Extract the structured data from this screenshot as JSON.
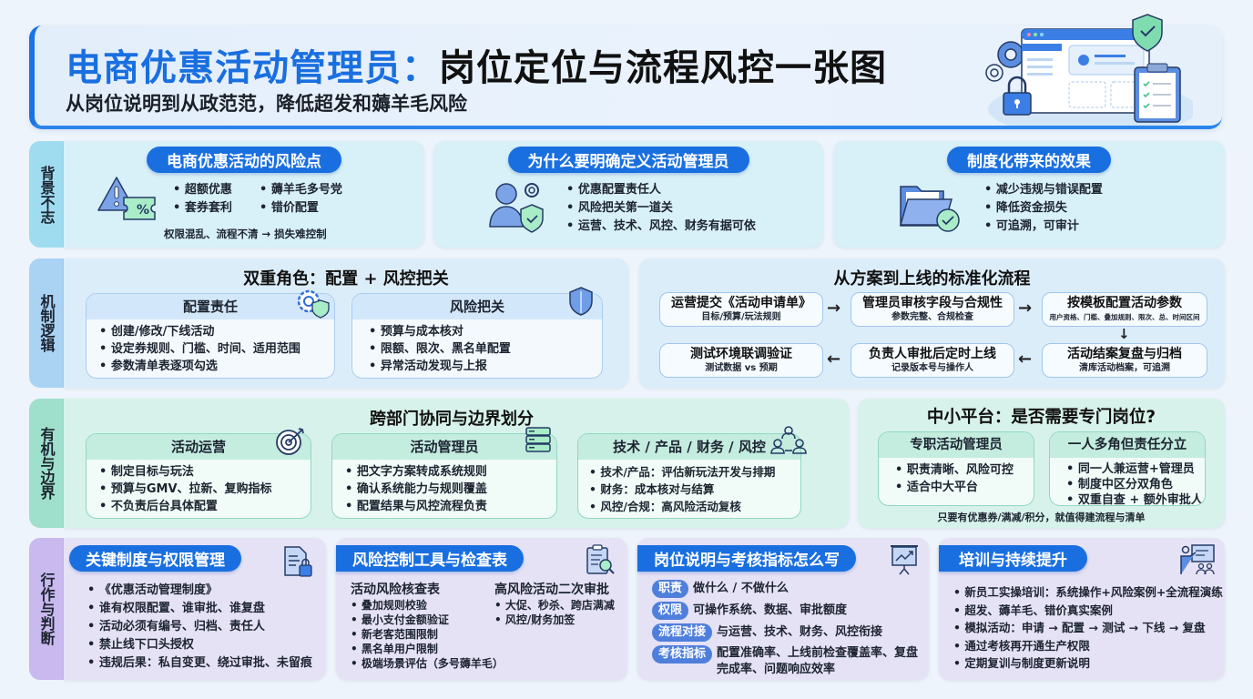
{
  "header": {
    "title_blue": "电商优惠活动管理员：",
    "title_dark": "岗位定位与流程风控一张图",
    "subtitle": "从岗位说明到从政范范，降低超发和薅羊毛风险"
  },
  "rows": {
    "r1_label": "背景不志",
    "r2_label": "机制逻辑",
    "r3_label": "有机与边界",
    "r4_label": "行作与判断"
  },
  "row1": {
    "risk": {
      "title": "电商优惠活动的风险点",
      "col1": [
        "超额优惠",
        "套券套利"
      ],
      "col2": [
        "薅羊毛多号党",
        "错价配置"
      ],
      "footer": "权限混乱、流程不清 → 损失难控制"
    },
    "why": {
      "title": "为什么要明确定义活动管理员",
      "items": [
        "优惠配置责任人",
        "风险把关第一道关",
        "运营、技术、风控、财务有据可依"
      ]
    },
    "effect": {
      "title": "制度化带来的效果",
      "items": [
        "减少违规与错误配置",
        "降低资金损失",
        "可追溯，可审计"
      ]
    }
  },
  "row2": {
    "dual": {
      "title": "双重角色：配置 + 风控把关",
      "config": {
        "title": "配置责任",
        "items": [
          "创建/修改/下线活动",
          "设定券规则、门槛、时间、适用范围",
          "参数清单表逐项勾选"
        ]
      },
      "risk": {
        "title": "风险把关",
        "items": [
          "预算与成本核对",
          "限额、限次、黑名单配置",
          "异常活动发现与上报"
        ]
      }
    },
    "flow": {
      "title": "从方案到上线的标准化流程",
      "steps": [
        {
          "main": "运营提交《活动申请单》",
          "sub": "目标/预算/玩法规则"
        },
        {
          "main": "管理员审核字段与合规性",
          "sub": "参数完整、合规检查"
        },
        {
          "main": "按模板配置活动参数",
          "sub": "用户资格、门槛、叠加规则、限次、总、时间区间"
        },
        {
          "main": "活动结案复盘与归档",
          "sub": "清库活动档案，可追溯"
        },
        {
          "main": "负责人审批后定时上线",
          "sub": "记录版本号与操作人"
        },
        {
          "main": "测试环境联调验证",
          "sub": "测试数据 vs 预期"
        }
      ],
      "arrows": {
        "right": "→",
        "down": "↓",
        "left": "←"
      }
    }
  },
  "row3": {
    "collab": {
      "title": "跨部门协同与边界划分",
      "ops": {
        "title": "活动运营",
        "items": [
          "制定目标与玩法",
          "预算与GMV、拉新、复购指标",
          "不负责后台具体配置"
        ]
      },
      "admin": {
        "title": "活动管理员",
        "items": [
          "把文字方案转成系统规则",
          "确认系统能力与规则覆盖",
          "配置结果与风控流程负责"
        ]
      },
      "others": {
        "title": "技术 / 产品 / 财务 / 风控",
        "items": [
          "技术/产品：评估新玩法开发与排期",
          "财务：成本核对与结算",
          "风控/合规：高风险活动复核"
        ]
      }
    },
    "small": {
      "title": "中小平台：是否需要专门岗位?",
      "dedicated": {
        "title": "专职活动管理员",
        "items": [
          "职责清晰、风险可控",
          "适合中大平台"
        ]
      },
      "shared": {
        "title": "一人多角但责任分立",
        "items": [
          "同一人兼运营+管理员",
          "制度中区分双角色",
          "双重自查 + 额外审批人"
        ]
      },
      "footer": "只要有优惠券/满减/积分，就值得建流程与清单"
    }
  },
  "row4": {
    "policy": {
      "title": "关键制度与权限管理",
      "items": [
        "《优惠活动管理制度》",
        "谁有权限配置、谁审批、谁复盘",
        "活动必须有编号、归档、责任人",
        "禁止线下口头授权",
        "违规后果：私自变更、绕过审批、未留痕"
      ]
    },
    "tools": {
      "title": "风险控制工具与检查表",
      "checklist_title": "活动风险核查表",
      "checklist": [
        "叠加规则校验",
        "最小支付金额验证",
        "新老客范围限制",
        "黑名单用户限制",
        "极端场景评估（多号薅羊毛）"
      ],
      "approval_title": "高风险活动二次审批",
      "approval": [
        "大促、秒杀、跨店满减",
        "风控/财务加签"
      ]
    },
    "jd": {
      "title": "岗位说明与考核指标怎么写",
      "items": [
        {
          "tag": "职责",
          "text": "做什么 / 不做什么"
        },
        {
          "tag": "权限",
          "text": "可操作系统、数据、审批额度"
        },
        {
          "tag": "流程对接",
          "text": "与运营、技术、财务、风控衔接"
        },
        {
          "tag": "考核指标",
          "text": "配置准确率、上线前检查覆盖率、复盘完成率、问题响应效率"
        }
      ]
    },
    "training": {
      "title": "培训与持续提升",
      "items": [
        "新员工实操培训：系统操作+风险案例+全流程演练",
        "超发、薅羊毛、错价真实案例",
        "模拟活动：申请 → 配置 → 测试 → 下线 → 复盘",
        "通过考核再开通生产权限",
        "定期复训与制度更新说明"
      ]
    }
  },
  "colors": {
    "accent_blue": "#1a6fe0",
    "row1_bg": "#d8f0f8",
    "row2_bg": "#dcedfa",
    "row3_bg": "#d7f2ea",
    "row4_bg": "#e6e2f6",
    "tag_blue": "#4f7fdc",
    "check_green": "#7fdcb0"
  }
}
